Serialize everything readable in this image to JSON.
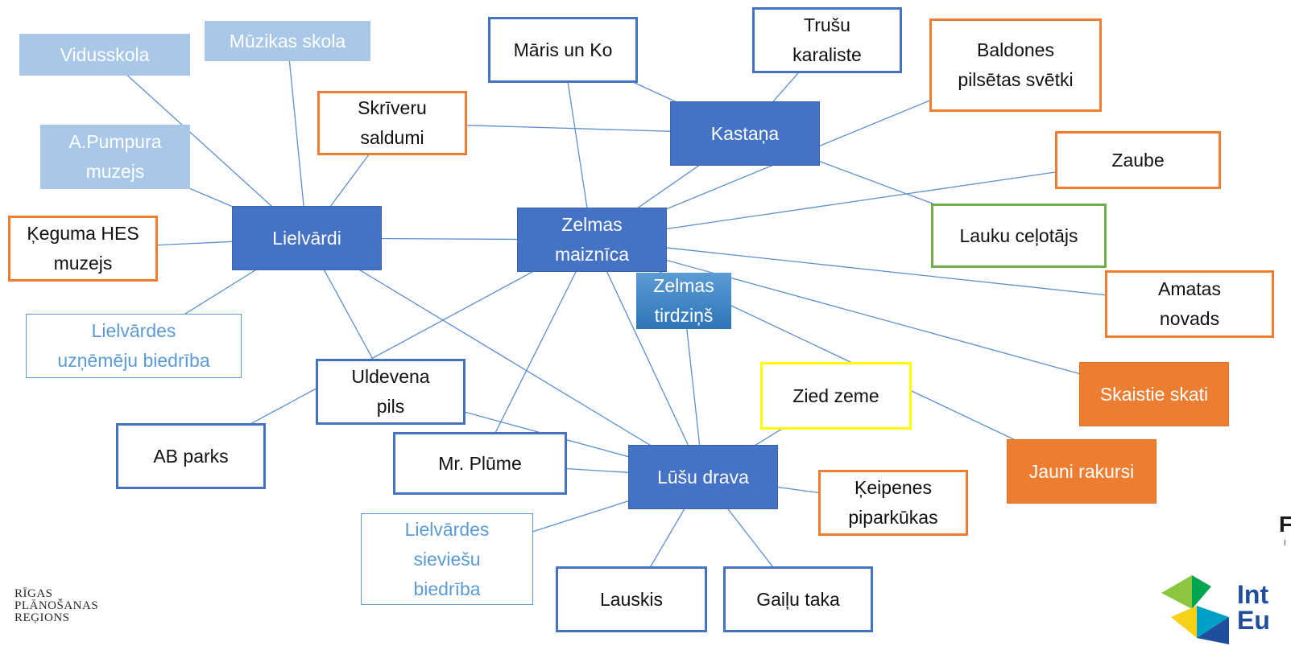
{
  "diagram": {
    "nodes": [
      {
        "id": "vidusskola",
        "label": "Vidusskola"
      },
      {
        "id": "muzikas_skola",
        "label": "Mūzikas skola"
      },
      {
        "id": "skriveru_saldumi",
        "label": "Skrīveru\nsaldumi"
      },
      {
        "id": "apumpura_muzejs",
        "label": "A.Pumpura\nmuzejs"
      },
      {
        "id": "keguma_hes",
        "label": "Ķeguma HES\nmuzejs"
      },
      {
        "id": "lielvardi",
        "label": "Lielvārdi"
      },
      {
        "id": "lielvardes_uznemeju",
        "label": "Lielvārdes\nuzņēmēju biedrība"
      },
      {
        "id": "ab_parks",
        "label": "AB parks"
      },
      {
        "id": "uldevena_pils",
        "label": "Uldevena\npils"
      },
      {
        "id": "maris_un_ko",
        "label": "Māris un Ko"
      },
      {
        "id": "trusu_karaliste",
        "label": "Trušu\nkaraliste"
      },
      {
        "id": "kastana",
        "label": "Kastaņa"
      },
      {
        "id": "zelmas_maiznica",
        "label": "Zelmas\nmaiznīca"
      },
      {
        "id": "zelmas_tirdzins",
        "label": "Zelmas\ntirdziņš"
      },
      {
        "id": "baldones",
        "label": "Baldones\npilsētas svētki"
      },
      {
        "id": "zaube",
        "label": "Zaube"
      },
      {
        "id": "lauku_celotajs",
        "label": "Lauku ceļotājs"
      },
      {
        "id": "amatas_novads",
        "label": "Amatas\nnovads"
      },
      {
        "id": "skaistie_skati",
        "label": "Skaistie skati"
      },
      {
        "id": "jauni_rakursi",
        "label": "Jauni rakursi"
      },
      {
        "id": "zied_zeme",
        "label": "Zied zeme"
      },
      {
        "id": "mr_plume",
        "label": "Mr. Plūme"
      },
      {
        "id": "lusu_drava",
        "label": "Lūšu drava"
      },
      {
        "id": "keipenes",
        "label": "Ķeipenes\npiparkūkas"
      },
      {
        "id": "lielvardes_sieviesu",
        "label": "Lielvārdes\nsieviešu\nbiedrība"
      },
      {
        "id": "lauskis",
        "label": "Lauskis"
      },
      {
        "id": "gailu_taka",
        "label": "Gaiļu taka"
      }
    ],
    "edges": [
      [
        "lielvardi",
        "vidusskola"
      ],
      [
        "lielvardi",
        "muzikas_skola"
      ],
      [
        "lielvardi",
        "skriveru_saldumi"
      ],
      [
        "lielvardi",
        "apumpura_muzejs"
      ],
      [
        "lielvardi",
        "keguma_hes"
      ],
      [
        "lielvardi",
        "lielvardes_uznemeju"
      ],
      [
        "lielvardi",
        "uldevena_pils"
      ],
      [
        "lielvardi",
        "zelmas_maiznica"
      ],
      [
        "lielvardi",
        "lusu_drava"
      ],
      [
        "skriveru_saldumi",
        "kastana"
      ],
      [
        "maris_un_ko",
        "kastana"
      ],
      [
        "trusu_karaliste",
        "kastana"
      ],
      [
        "kastana",
        "lauku_celotajs"
      ],
      [
        "kastana",
        "zelmas_maiznica"
      ],
      [
        "maris_un_ko",
        "zelmas_maiznica"
      ],
      [
        "zelmas_maiznica",
        "baldones"
      ],
      [
        "zelmas_maiznica",
        "zaube"
      ],
      [
        "zelmas_maiznica",
        "amatas_novads"
      ],
      [
        "zelmas_maiznica",
        "skaistie_skati"
      ],
      [
        "zelmas_maiznica",
        "jauni_rakursi"
      ],
      [
        "zelmas_maiznica",
        "ab_parks"
      ],
      [
        "zelmas_maiznica",
        "mr_plume"
      ],
      [
        "zelmas_maiznica",
        "lusu_drava"
      ],
      [
        "zelmas_tirdzins",
        "lusu_drava"
      ],
      [
        "uldevena_pils",
        "lusu_drava"
      ],
      [
        "mr_plume",
        "lusu_drava"
      ],
      [
        "zied_zeme",
        "lusu_drava"
      ],
      [
        "keipenes",
        "lusu_drava"
      ],
      [
        "lielvardes_sieviesu",
        "lusu_drava"
      ],
      [
        "lauskis",
        "lusu_drava"
      ],
      [
        "gailu_taka",
        "lusu_drava"
      ]
    ]
  },
  "logos": {
    "rpr": [
      "RĪGAS",
      "PLĀNOŠANAS",
      "REĢIONS"
    ],
    "interreg_line1": "Int",
    "interreg_line2": "Eu",
    "fragment_r": "F",
    "fragment_i": "I"
  }
}
